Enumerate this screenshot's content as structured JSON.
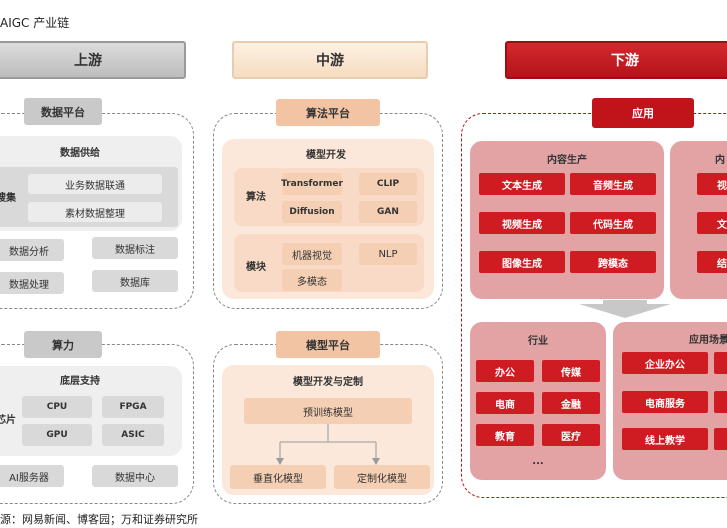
{
  "title": "AIGC 产业链",
  "source": "源：网易新闻、博客园；万和证券研究所",
  "headers": {
    "upstream": "上游",
    "midstream": "中游",
    "downstream": "下游"
  },
  "upstream": {
    "data_platform": {
      "title": "数据平台",
      "supply_title": "数据供给",
      "search_label": "搜集",
      "items": [
        "业务数据联通",
        "素材数据整理"
      ],
      "analysis": "数据分析",
      "annotation": "数据标注",
      "processing": "数据处理",
      "database": "数据库"
    },
    "compute": {
      "title": "算力",
      "base_title": "底层支持",
      "chip_label": "芯片",
      "chips": [
        "CPU",
        "FPGA",
        "GPU",
        "ASIC"
      ],
      "server": "AI服务器",
      "datacenter": "数据中心"
    }
  },
  "midstream": {
    "algo_platform": {
      "title": "算法平台",
      "dev_title": "模型开发",
      "algo_label": "算法",
      "algos": [
        "Transformer",
        "CLIP",
        "Diffusion",
        "GAN"
      ],
      "module_label": "模块",
      "modules": [
        "机器视觉",
        "NLP",
        "多模态"
      ]
    },
    "model_platform": {
      "title": "模型平台",
      "dev_title": "模型开发与定制",
      "pretrain": "预训练模型",
      "vertical": "垂直化模型",
      "custom": "定制化模型"
    }
  },
  "downstream": {
    "app_title": "应用",
    "content": {
      "title": "内容生产",
      "items": [
        "文本生成",
        "音频生成",
        "视频生成",
        "代码生成",
        "图像生成",
        "跨模态"
      ]
    },
    "content2_title": "内",
    "content2_items": [
      "视",
      "文",
      "结"
    ],
    "industry": {
      "title": "行业",
      "items": [
        "办公",
        "传媒",
        "电商",
        "金融",
        "教育",
        "医疗"
      ],
      "more": "..."
    },
    "scenarios": {
      "title": "应用场景",
      "items": [
        "企业办公",
        "电商服务",
        "线上教学"
      ]
    }
  },
  "colors": {
    "red": "#cf1c22",
    "orange": "#f5cfb3",
    "gray": "#d9d9d9"
  }
}
